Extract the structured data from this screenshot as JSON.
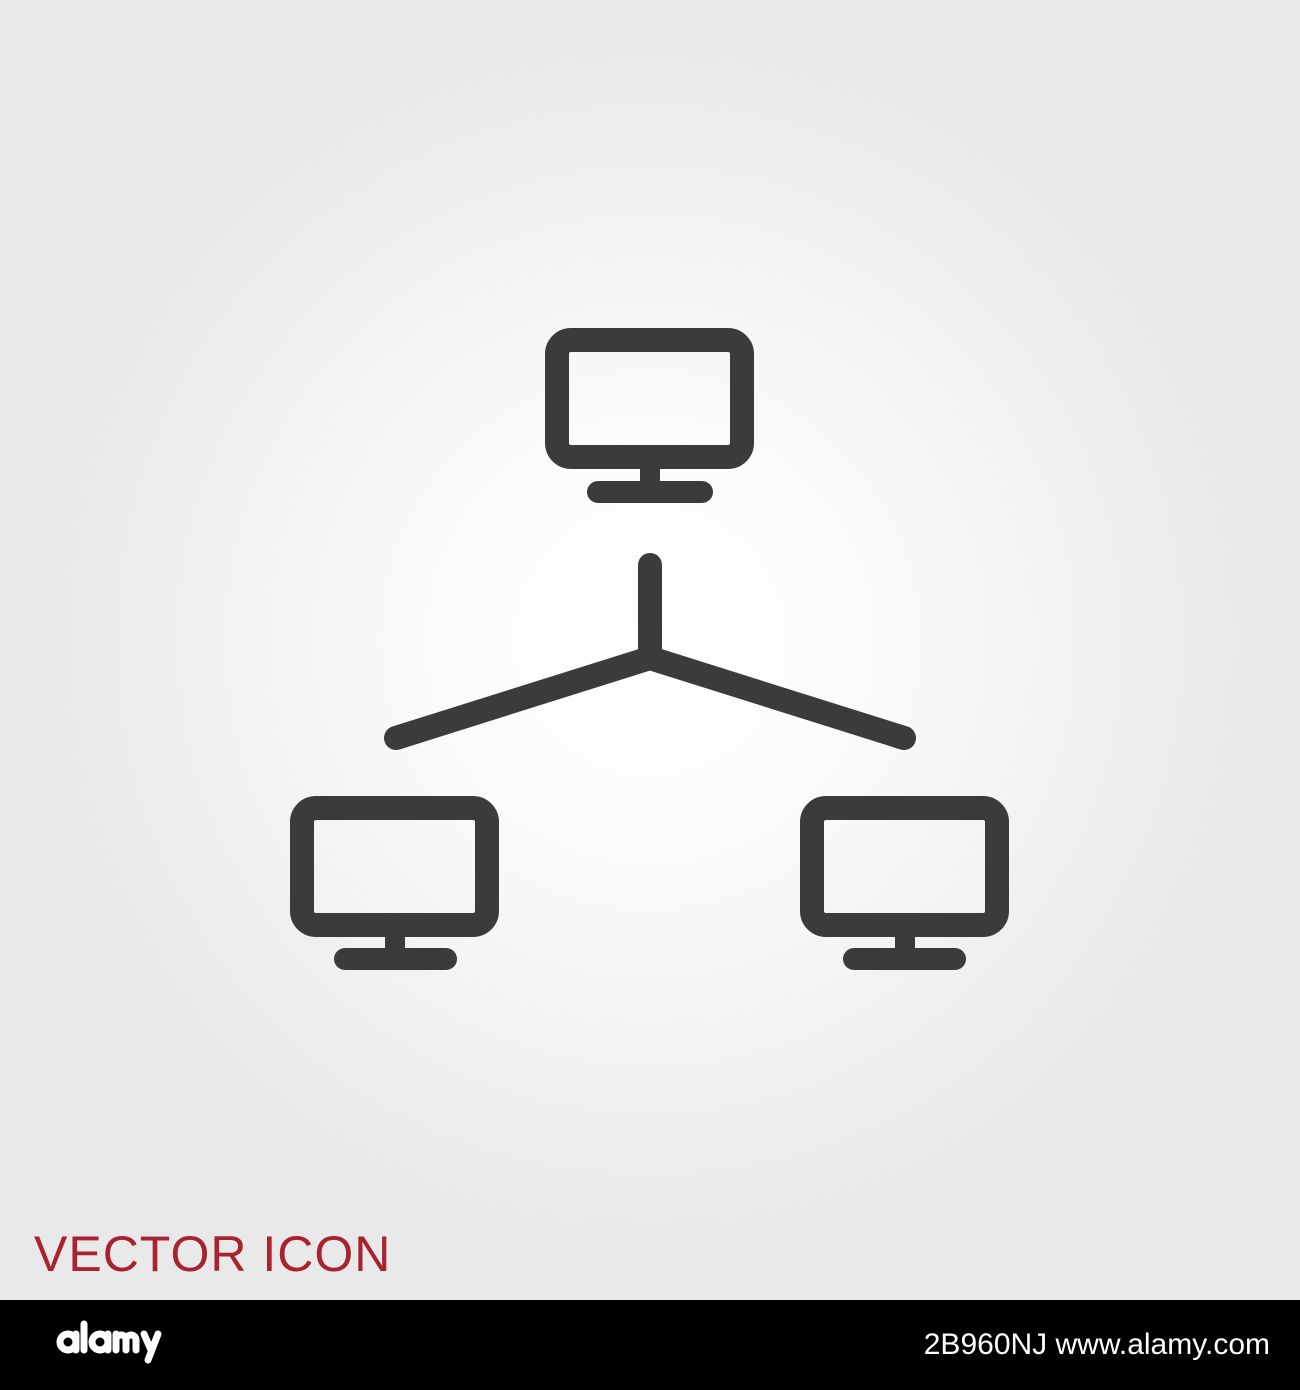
{
  "caption": {
    "text": "VECTOR ICON",
    "color": "#a8232f"
  },
  "icon": {
    "name": "computer-network-icon",
    "stroke_color": "#3b3b3b",
    "nodes": [
      "monitor-top",
      "monitor-bottom-left",
      "monitor-bottom-right"
    ]
  },
  "footer": {
    "brand_logo": "alamy",
    "image_ref": "2B960NJ",
    "ref_label": "www.alamy.com",
    "background": "#000000"
  },
  "watermark": {
    "logo": "alamy"
  }
}
